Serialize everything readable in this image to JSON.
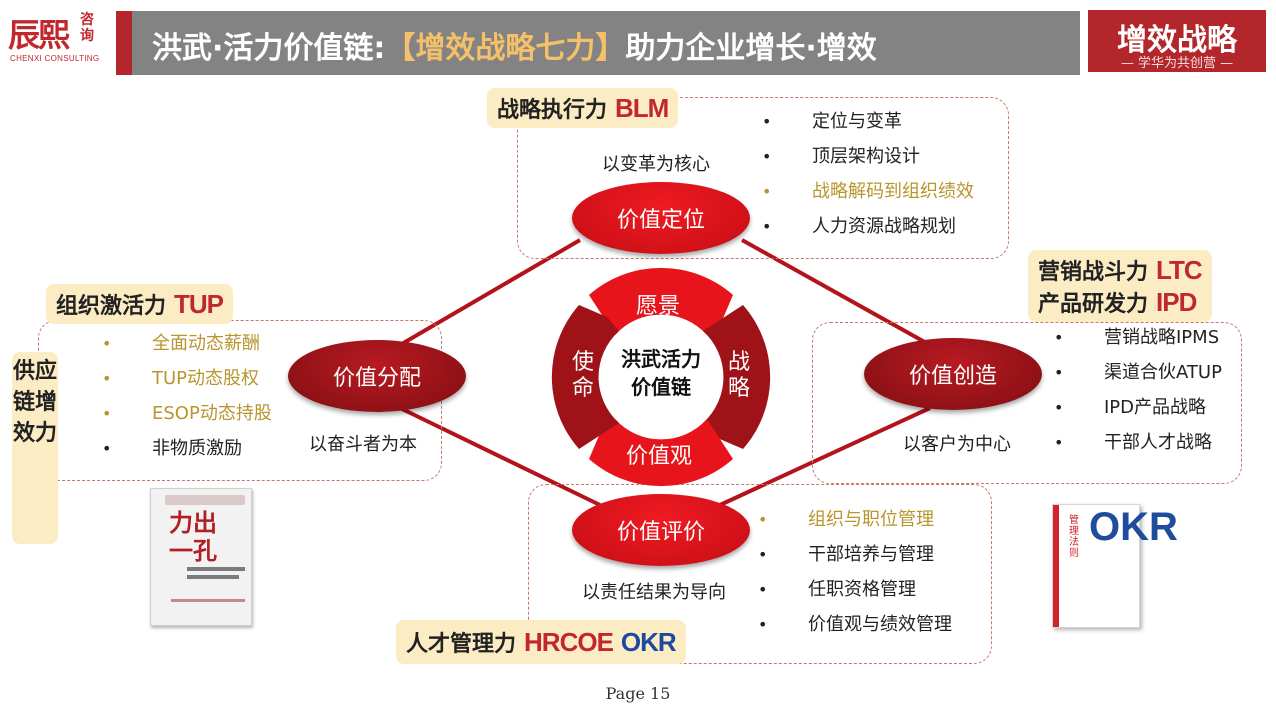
{
  "logo": {
    "cn": "辰熙",
    "small": "咨询",
    "en": "CHENXI CONSULTING"
  },
  "header": {
    "title_a": "洪武·活力价值链:",
    "title_hl": "【增效战略七力】",
    "title_b": "助力企业增长·增效"
  },
  "brand": {
    "main": "增效战略",
    "sub": "— 学华为共创营 —"
  },
  "blm": {
    "label": "战略执行力",
    "acronym": "BLM",
    "items": [
      "定位与变革",
      "顶层架构设计",
      "战略解码到组织绩效",
      "人力资源战略规划"
    ],
    "note": "以变革为核心",
    "ellipse": "价值定位"
  },
  "tup": {
    "label": "组织激活力",
    "acronym": "TUP",
    "items": [
      "全面动态薪酬",
      "TUP动态股权",
      "ESOP动态持股",
      "非物质激励"
    ],
    "note": "以奋斗者为本",
    "ellipse": "价值分配"
  },
  "ltc": {
    "label1": "营销战斗力",
    "acronym1": "LTC",
    "label2": "产品研发力",
    "acronym2": "IPD",
    "items": [
      "营销战略IPMS",
      "渠道合伙ATUP",
      "IPD产品战略",
      "干部人才战略"
    ],
    "note": "以客户为中心",
    "ellipse": "价值创造"
  },
  "hr": {
    "label": "人才管理力",
    "acronym1": "HRCOE",
    "acronym2": "OKR",
    "items": [
      "组织与职位管理",
      "干部培养与管理",
      "任职资格管理",
      "价值观与绩效管理"
    ],
    "note": "以责任结果为导向",
    "ellipse": "价值评价"
  },
  "supply": {
    "label": "供应链增效力"
  },
  "wheel": {
    "top": "愿景",
    "left": "使命",
    "right": "战略",
    "bottom": "价值观",
    "center1": "洪武活力",
    "center2": "价值链"
  },
  "book1": {
    "title": "力出一孔"
  },
  "book2": {
    "title": "OKR",
    "side": "管理法则"
  },
  "page": "Page 15",
  "colors": {
    "accent_red": "#c0282e",
    "header_gray": "#838383",
    "tag_bg": "#fbecc4",
    "gold_text": "#b8952e",
    "okr_blue": "#1d4aa0"
  }
}
